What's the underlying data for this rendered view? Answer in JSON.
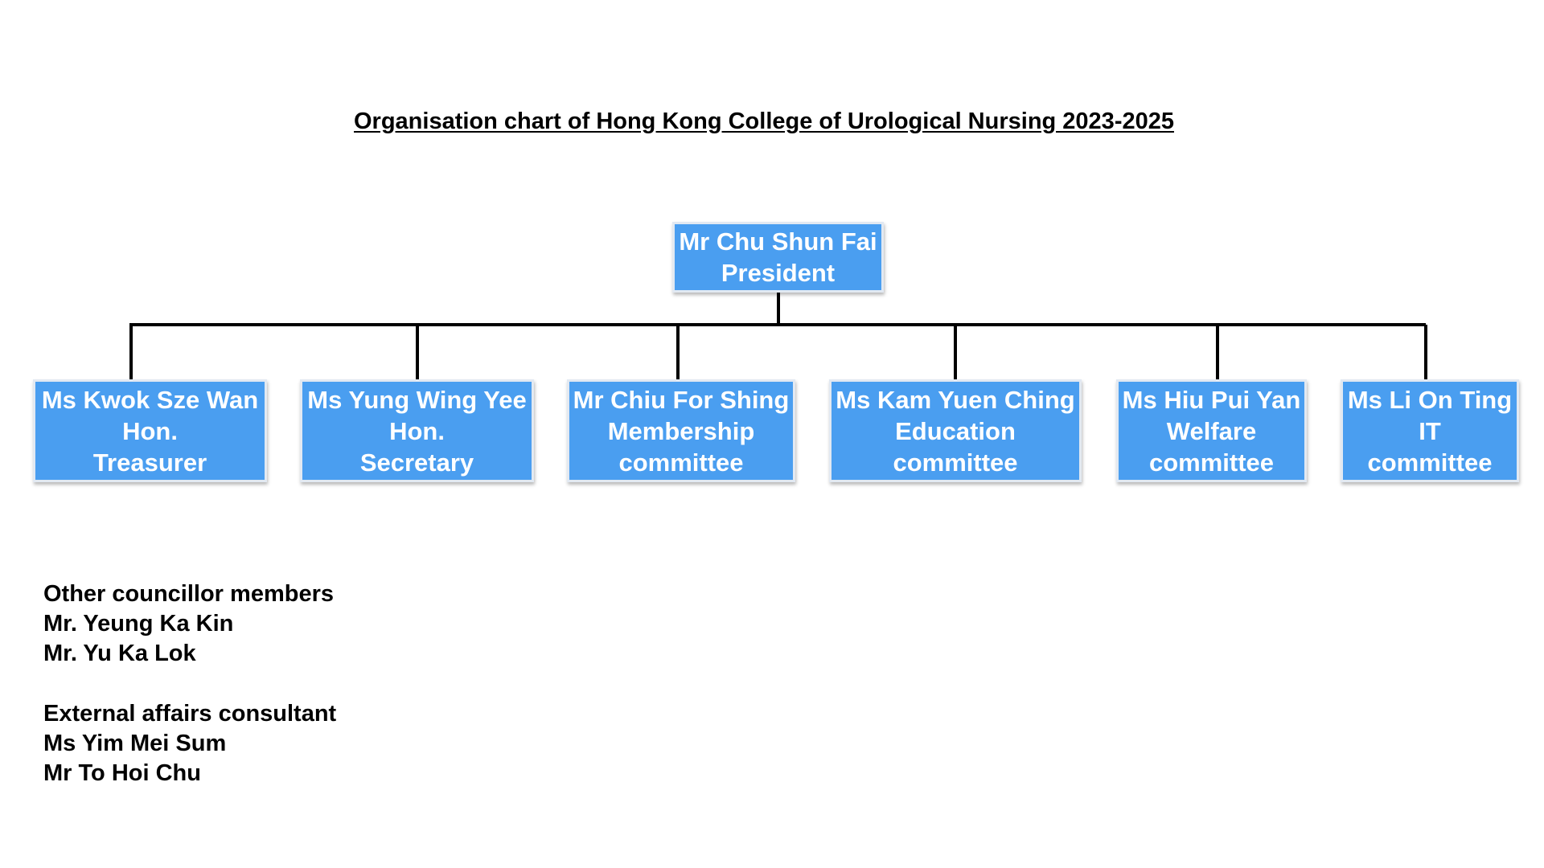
{
  "title": "Organisation chart of Hong Kong College of Urological Nursing 2023-2025",
  "president": {
    "name": "Mr Chu Shun Fai",
    "role": "President"
  },
  "members": [
    {
      "name": "Ms Kwok Sze Wan",
      "role_lines": [
        "Hon.",
        "Treasurer"
      ]
    },
    {
      "name": "Ms Yung Wing Yee",
      "role_lines": [
        "Hon.",
        "Secretary"
      ]
    },
    {
      "name": "Mr Chiu For Shing",
      "role_lines": [
        "Membership",
        "committee"
      ]
    },
    {
      "name": "Ms Kam Yuen Ching",
      "role_lines": [
        "Education",
        "committee"
      ]
    },
    {
      "name": "Ms Hiu Pui Yan",
      "role_lines": [
        "Welfare",
        "committee"
      ]
    },
    {
      "name": "Ms Li On Ting",
      "role_lines": [
        "IT",
        "committee"
      ]
    }
  ],
  "other_councillors": {
    "heading": "Other councillor members",
    "names": [
      "Mr. Yeung Ka Kin",
      "Mr. Yu Ka Lok"
    ]
  },
  "external_affairs": {
    "heading": "External affairs consultant",
    "names": [
      "Ms Yim Mei Sum",
      "Mr To Hoi Chu"
    ]
  },
  "colors": {
    "box_fill": "#4a9ef0",
    "box_text": "#ffffff",
    "connector": "#000000"
  }
}
